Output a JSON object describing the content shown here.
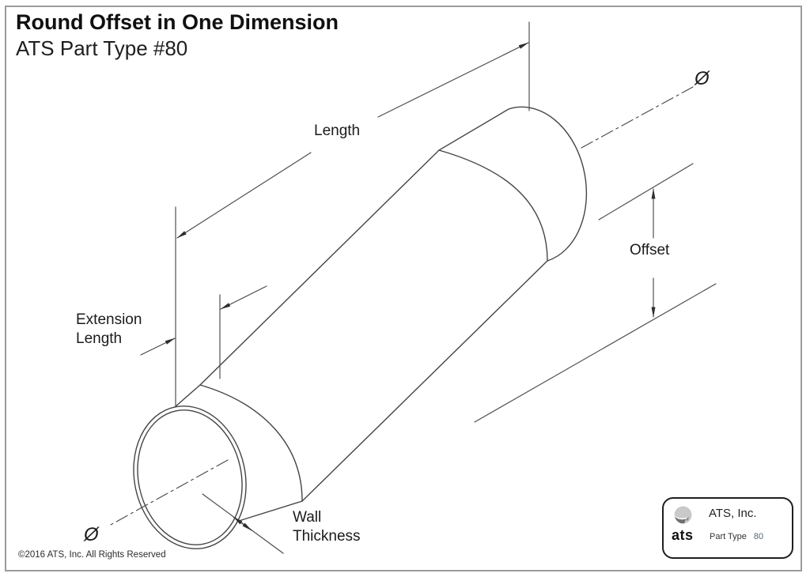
{
  "header": {
    "title": "Round Offset in One Dimension",
    "subtitle": "ATS Part Type #80"
  },
  "diagram": {
    "labels": {
      "length": "Length",
      "extension1": "Extension",
      "extension2": "Length",
      "offset": "Offset",
      "wall1": "Wall",
      "wall2": "Thickness",
      "diameter": "Ø"
    }
  },
  "logo_card": {
    "brand": "ats",
    "company": "ATS, Inc.",
    "part_type_label": "Part Type",
    "part_type_value": "80"
  },
  "footer": {
    "copyright": "©2016 ATS, Inc. All Rights Reserved"
  },
  "colors": {
    "line": "#424242",
    "frame": "#9b9b9b",
    "text": "#1b1b1b"
  }
}
